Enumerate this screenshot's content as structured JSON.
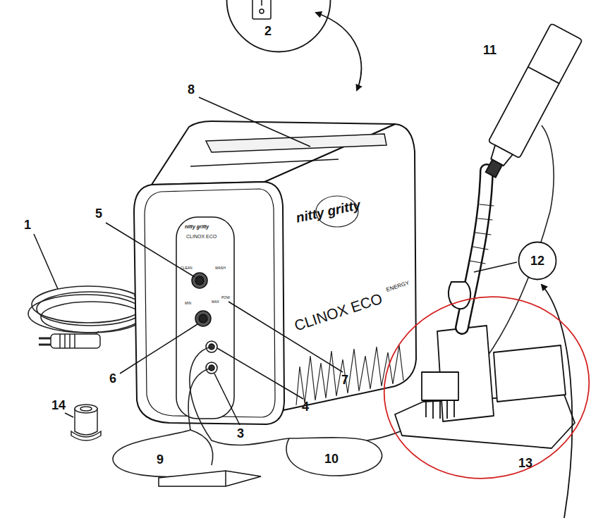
{
  "diagram": {
    "nodes": [
      {
        "text": [
          "2"
        ]
      },
      {
        "text": [
          "12"
        ]
      },
      {
        "text": [
          "13"
        ]
      }
    ],
    "labels": [
      "1",
      "5",
      "6",
      "7",
      "4",
      "3",
      "8",
      "9",
      "10",
      "11",
      "14",
      "nitty gritty",
      "CLINOX ECO",
      "CLEAN",
      "WASH",
      "MIN",
      "MAX",
      "POW",
      "nitty gritty",
      "CLINOX ECO",
      "ENERGY"
    ]
  }
}
